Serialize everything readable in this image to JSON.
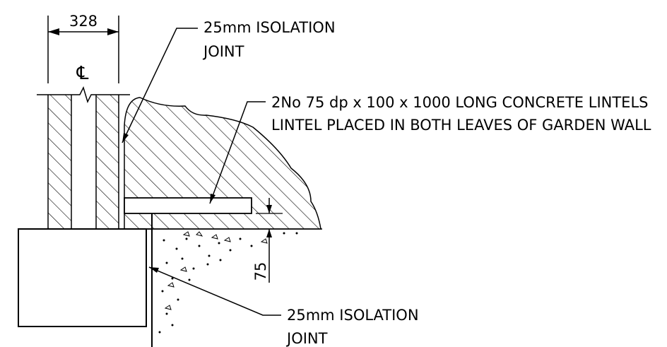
{
  "dimensions": {
    "width_value": "328",
    "depth_value": "75",
    "centerline_symbol": "℄"
  },
  "callouts": {
    "top_isolation": {
      "line1": "25mm ISOLATION",
      "line2": "JOINT"
    },
    "lintel": {
      "line1": "2No 75 dp x 100 x 1000 LONG CONCRETE LINTELS",
      "line2": "LINTEL PLACED IN BOTH LEAVES OF GARDEN WALL"
    },
    "bottom_isolation": {
      "line1": "25mm ISOLATION",
      "line2": "JOINT"
    }
  },
  "colors": {
    "ink": "#000000",
    "paper": "#ffffff"
  }
}
